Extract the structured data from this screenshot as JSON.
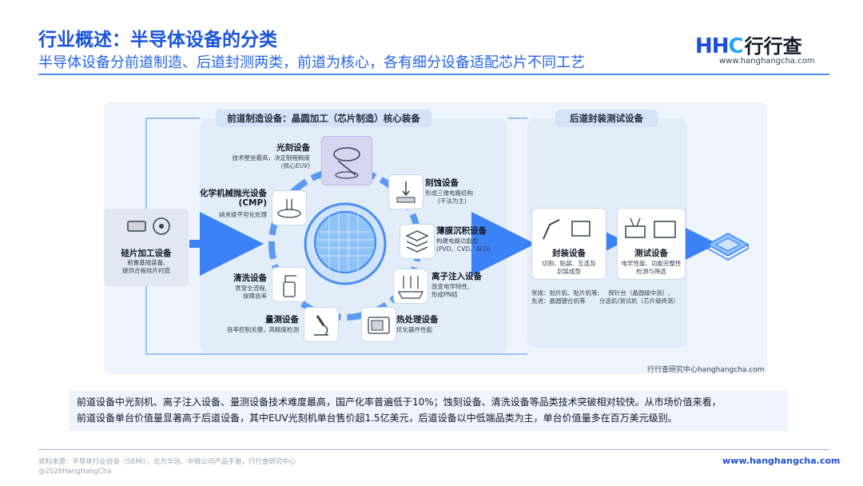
{
  "header": {
    "title": "行业概述：半导体设备的分类",
    "subtitle": "半导体设备分前道制造、后道封测两类，前道为核心，各有细分设备适配芯片不同工艺",
    "logo_mark": "HHC",
    "logo_cn": "行行查",
    "logo_url": "www.hanghangcha.com"
  },
  "diagram": {
    "front_end_title": "前道制造设备：晶圆加工（芯片制造）核心装备",
    "back_end_title": "后道封装测试设备",
    "wafer_prep": {
      "name": "硅片加工设备",
      "desc": [
        "前置基础装备,",
        "提供合格硅片衬底"
      ],
      "icon": "ingot-and-saw-icon"
    },
    "front_end": [
      {
        "key": "litho",
        "name": "光刻设备",
        "desc": [
          "技术壁垒最高，决定制程精度",
          "(核心EUV)"
        ],
        "icon": "lithography-icon"
      },
      {
        "key": "etch",
        "name": "刻蚀设备",
        "desc": [
          "形成三维电路结构",
          "(干法为主)"
        ],
        "icon": "etch-icon"
      },
      {
        "key": "depo",
        "name": "薄膜沉积设备",
        "desc": [
          "构建电路功能层",
          "(PVD、CVD、ALD)"
        ],
        "icon": "layers-icon"
      },
      {
        "key": "implant",
        "name": "离子注入设备",
        "desc": [
          "改变电学特性,",
          "形成PN结"
        ],
        "icon": "ion-beam-icon"
      },
      {
        "key": "thermal",
        "name": "热处理设备",
        "desc": [
          "优化器件性能"
        ],
        "icon": "furnace-icon"
      },
      {
        "key": "metro",
        "name": "量测设备",
        "desc": [
          "良率控制关键，高精度检测"
        ],
        "icon": "microscope-icon"
      },
      {
        "key": "clean",
        "name": "清洗设备",
        "desc": [
          "贯穿全流程,",
          "保障良率"
        ],
        "icon": "spray-bottle-icon"
      },
      {
        "key": "cmp",
        "name": "化学机械抛光设备",
        "name2": "(CMP)",
        "desc": [
          "纳米级平坦化处理"
        ],
        "icon": "polisher-icon"
      }
    ],
    "back_end": [
      {
        "key": "pkg",
        "name": "封装设备",
        "desc": [
          "切割、贴装、互连及",
          "封装成型"
        ],
        "extra": [
          "常规：划片机、贴片机等;",
          "先进：晶圆键合机等"
        ],
        "icon": "robot-arm-chip-icon"
      },
      {
        "key": "test",
        "name": "测试设备",
        "desc": [
          "电学性能、功能完整性",
          "检测与筛选"
        ],
        "extra": [
          "探针台（晶圆级中测）,",
          "分选机/测试机（芯片级终测）"
        ],
        "icon": "probe-tester-icon"
      }
    ],
    "output_icon": "finished-chip-icon",
    "credit": "行行查研究中心hanghangcha.com"
  },
  "note": {
    "line1": "前道设备中光刻机、离子注入设备、量测设备技术难度最高，国产化率普遍低于10%；蚀刻设备、清洗设备等品类技术突破相对较快。从市场价值来看，",
    "line2": "前道设备单台价值量显著高于后道设备，其中EUV光刻机单台售价超1.5亿美元，后道设备以中低端品类为主，单台价值量多在百万美元级别。"
  },
  "footer": {
    "source": "资料来源：半导体行业协会（SEMI），北方华创、中微公司产品手册，行行查研究中心",
    "copyright": "@2026HangHangCha",
    "url": "www.hanghangcha.com"
  },
  "colors": {
    "accent": "#1a56db",
    "arrow": "#3b82f6",
    "panel": "#eef4fb"
  }
}
